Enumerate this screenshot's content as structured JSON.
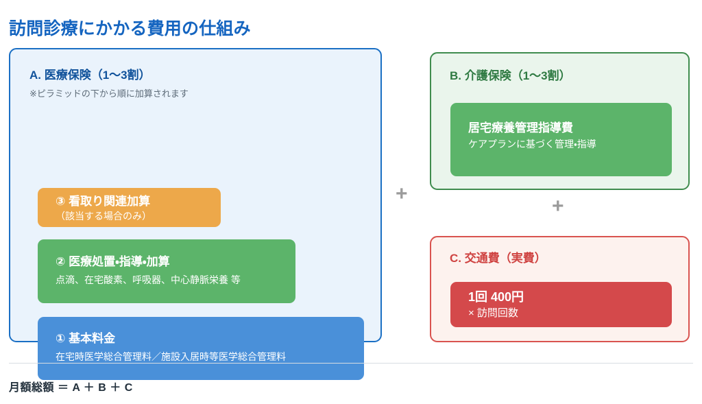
{
  "page": {
    "title": "訪問診療にかかる費用の仕組み",
    "title_color": "#1565c0"
  },
  "panel_a": {
    "heading": "A. 医療保険（1〜3割）",
    "note": "※ピラミッドの下から順に加算されます",
    "border_color": "#1a6fc4",
    "bg_color": "#eaf3fc",
    "tiers": [
      {
        "title": "③ 看取り関連加算",
        "subtitle": "（該当する場合のみ）",
        "color": "#eda84a",
        "level": 3
      },
      {
        "title": "② 医療処置・指導・加算",
        "subtitle": "点滴、在宅酸素、呼吸器、中心静脈栄養 等",
        "color": "#5cb46a",
        "level": 2
      },
      {
        "title": "① 基本料金",
        "subtitle": "在宅時医学総合管理料／施設入居時等医学総合管理料",
        "color": "#4a90d9",
        "level": 1
      }
    ]
  },
  "panel_b": {
    "heading": "B. 介護保険（1〜3割）",
    "border_color": "#3f8c4e",
    "bg_color": "#eaf5ec",
    "item": {
      "title": "居宅療養管理指導費",
      "subtitle": "ケアプランに基づく管理・指導",
      "color": "#5cb46a"
    }
  },
  "panel_c": {
    "heading": "C. 交通費（実費）",
    "border_color": "#d9534f",
    "bg_color": "#fdf2ee",
    "item": {
      "title": "1回 400円",
      "subtitle": "× 訪問回数",
      "color": "#d4494b"
    }
  },
  "separators": {
    "a_b": "+",
    "b_c": "+"
  },
  "footer": {
    "formula": "月額総額 ＝ A ＋ B ＋ C"
  },
  "chart_data": {
    "type": "diagram",
    "title": "訪問診療にかかる費用の仕組み",
    "description": "訪問診療の月額費用を構成する3要素（A 医療保険・B 介護保険・C 交通費）を示した図",
    "groups": [
      {
        "id": "A",
        "label": "A. 医療保険（1〜3割）",
        "note": "※ピラミッドの下から順に加算されます",
        "items": [
          {
            "order": 3,
            "label": "③ 看取り関連加算",
            "detail": "（該当する場合のみ）"
          },
          {
            "order": 2,
            "label": "② 医療処置・指導・加算",
            "detail": "点滴、在宅酸素、呼吸器、中心静脈栄養 等"
          },
          {
            "order": 1,
            "label": "① 基本料金",
            "detail": "在宅時医学総合管理料／施設入居時等医学総合管理料"
          }
        ]
      },
      {
        "id": "B",
        "label": "B. 介護保険（1〜3割）",
        "items": [
          {
            "label": "居宅療養管理指導費",
            "detail": "ケアプランに基づく管理・指導"
          }
        ]
      },
      {
        "id": "C",
        "label": "C. 交通費（実費）",
        "items": [
          {
            "label": "1回 400円",
            "detail": "× 訪問回数",
            "unit_price_yen": 400
          }
        ]
      }
    ],
    "formula": "月額総額 ＝ A ＋ B ＋ C"
  }
}
